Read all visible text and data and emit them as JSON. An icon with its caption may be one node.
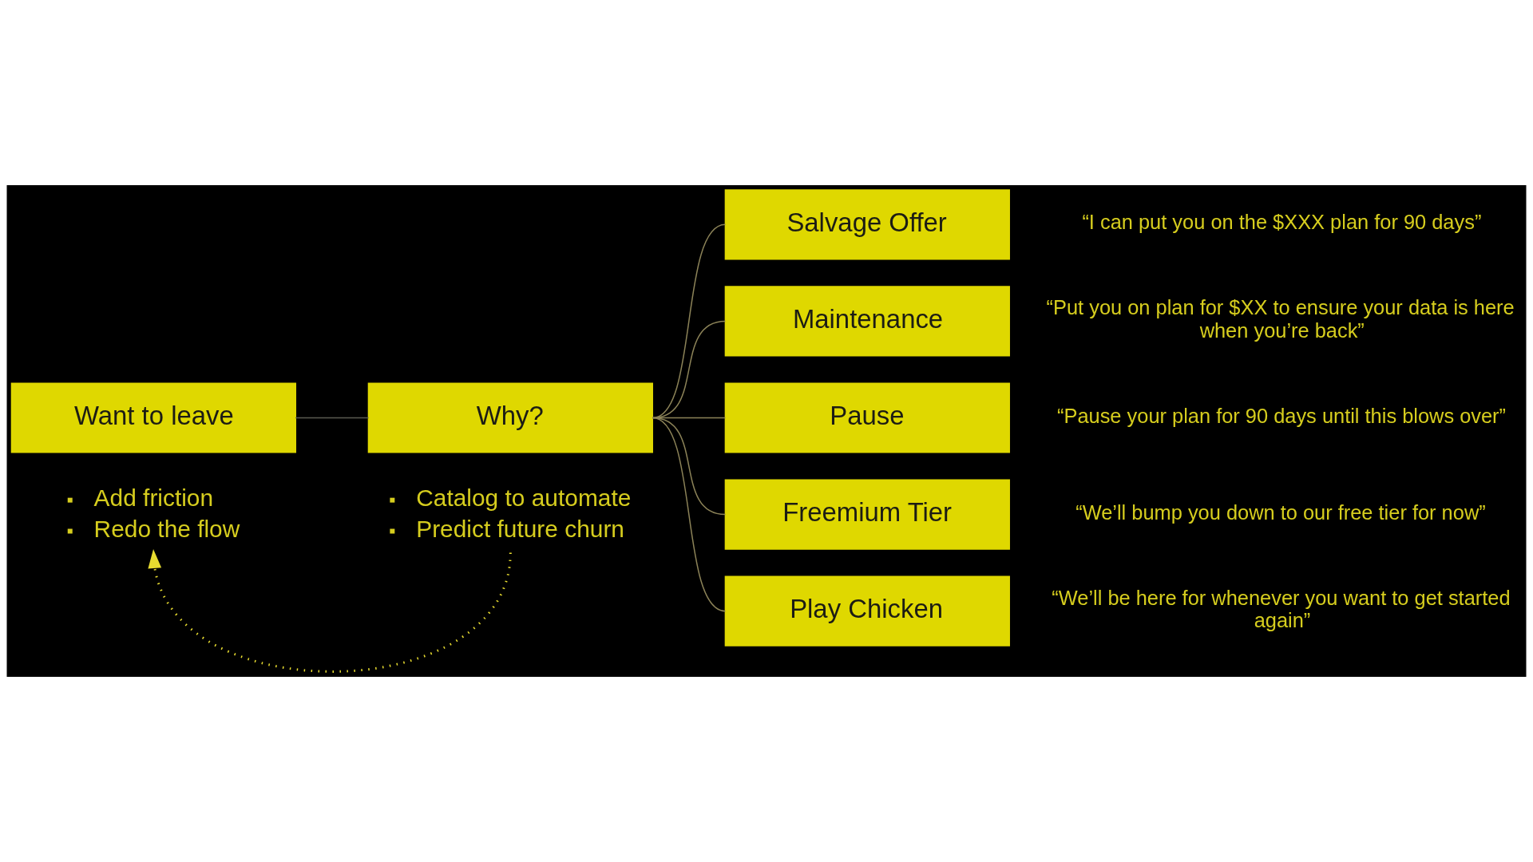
{
  "diagram": {
    "nodes": [
      {
        "text": [
          "Want to leave"
        ]
      },
      {
        "text": [
          "Why?"
        ]
      },
      {
        "text": [
          "Salvage Offer"
        ],
        "beside": [
          "“I can put you on the $XXX plan for 90 days”"
        ]
      },
      {
        "text": [
          "Maintenance"
        ],
        "beside": [
          "“Put you on plan for $XX to ensure your data is here when you’re back”"
        ]
      },
      {
        "text": [
          "Pause"
        ],
        "beside": [
          "“Pause your plan for 90 days until this blows over”"
        ]
      },
      {
        "text": [
          "Freemium Tier"
        ],
        "beside": [
          "“We’ll bump you down to our free tier for now”"
        ]
      },
      {
        "text": [
          "Play Chicken"
        ],
        "beside": [
          "“We’ll be here for whenever you want to get started again”"
        ]
      },
      {
        "text": [
          "Add friction",
          "Redo the flow"
        ]
      },
      {
        "text": [
          "Catalog to automate",
          "Predict future churn"
        ]
      }
    ],
    "edges": [
      {
        "from": 0,
        "to": 1,
        "arrow": "none",
        "color": "#5a5a50"
      },
      {
        "from": 1,
        "to": 2,
        "arrow": "none"
      },
      {
        "from": 1,
        "to": 3,
        "arrow": "none"
      },
      {
        "from": 1,
        "to": 4,
        "arrow": "none"
      },
      {
        "from": 1,
        "to": 5,
        "arrow": "none"
      },
      {
        "from": 1,
        "to": 6,
        "arrow": "none"
      },
      {
        "from": 8,
        "to": 7,
        "arrow": "to",
        "style": "dashed",
        "color": "#e8dc30"
      }
    ]
  }
}
